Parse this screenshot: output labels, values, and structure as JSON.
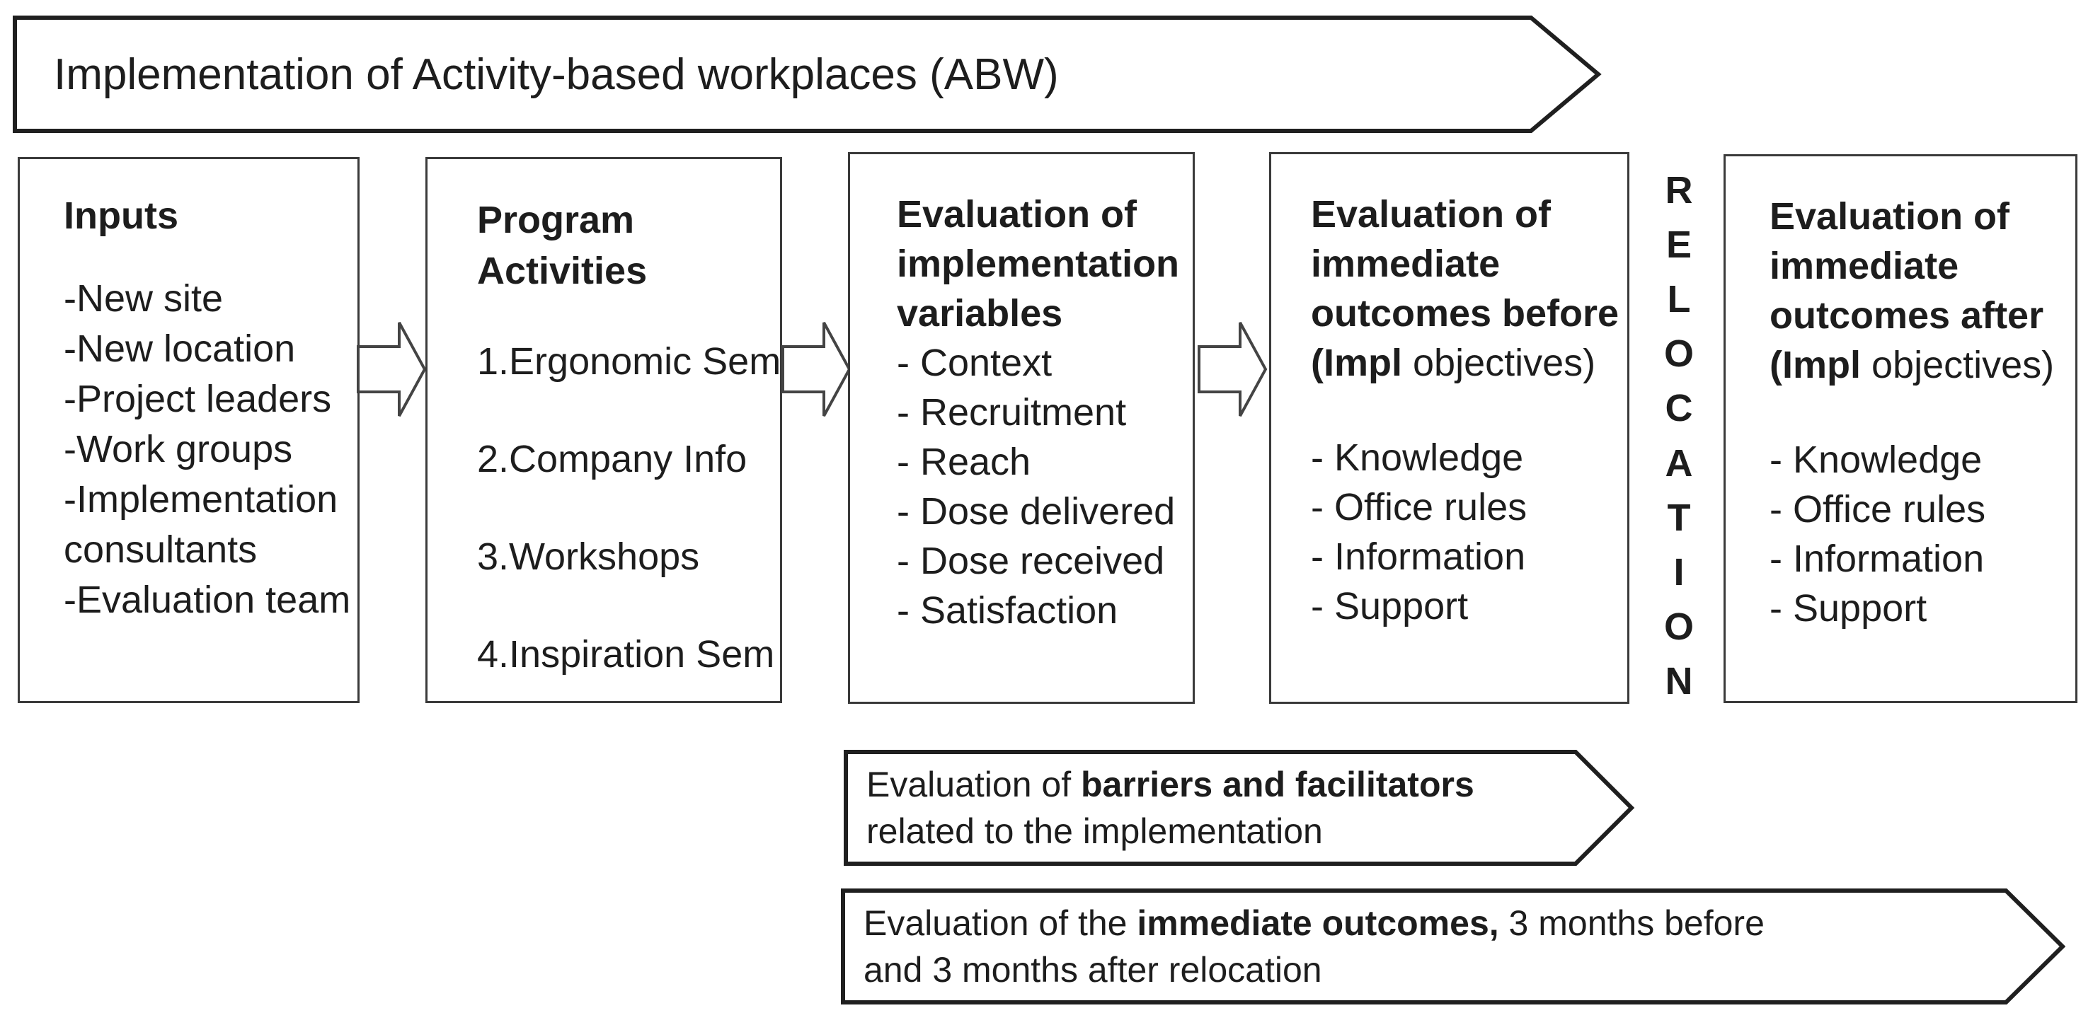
{
  "colors": {
    "background": "#ffffff",
    "text": "#1d1d1d",
    "box_border": "#3a3a3a",
    "banner_border": "#1f1f1f",
    "arrow_outline": "#444444"
  },
  "top_banner": {
    "label": "Implementation of Activity-based workplaces (ABW)"
  },
  "boxes": {
    "inputs": {
      "title": "Inputs",
      "items": [
        "-New site",
        "-New location",
        "-Project leaders",
        "-Work groups",
        "-Implementation consultants",
        "-Evaluation team"
      ]
    },
    "program_activities": {
      "title_lines": [
        "Program",
        "Activities"
      ],
      "items": [
        "1.Ergonomic Sem",
        "2.Company Info",
        "3.Workshops",
        "4.Inspiration Sem"
      ]
    },
    "implementation_variables": {
      "title_lines": [
        "Evaluation of",
        "implementation",
        "variables"
      ],
      "items": [
        "- Context",
        "- Recruitment",
        "- Reach",
        "- Dose delivered",
        "- Dose received",
        "- Satisfaction"
      ]
    },
    "outcomes_before": {
      "title_lines": [
        "Evaluation of",
        "immediate",
        "outcomes before"
      ],
      "subtitle_bold": "(Impl",
      "subtitle_rest": " objectives)",
      "items": [
        "- Knowledge",
        "- Office rules",
        "- Information",
        "- Support"
      ]
    },
    "outcomes_after": {
      "title_lines": [
        "Evaluation of",
        "immediate",
        "outcomes after"
      ],
      "subtitle_bold": "(Impl",
      "subtitle_rest": " objectives)",
      "items": [
        "- Knowledge",
        "- Office rules",
        "- Information",
        "- Support"
      ]
    }
  },
  "relocation": {
    "word": "RELOCATION",
    "letters": [
      "R",
      "E",
      "L",
      "O",
      "C",
      "A",
      "T",
      "I",
      "O",
      "N"
    ]
  },
  "banners": {
    "barriers": {
      "line1_regular": "Evaluation of ",
      "line1_bold": "barriers and facilitators",
      "line2": "related to the implementation"
    },
    "outcomes_timing": {
      "line1_regular": "Evaluation of the ",
      "line1_bold": "immediate outcomes,",
      "line1_after": " 3 months before",
      "line2": "and 3 months after relocation"
    }
  }
}
